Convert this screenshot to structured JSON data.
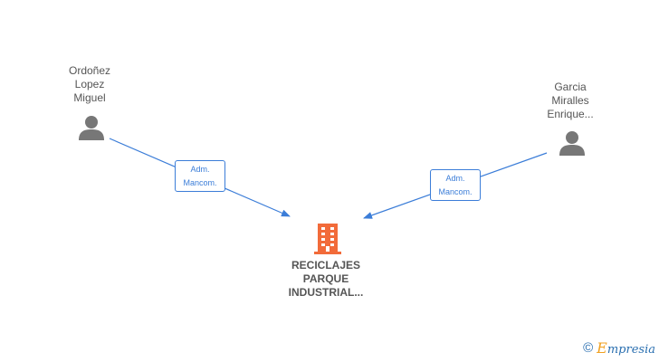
{
  "people": [
    {
      "name": "Ordoñez\nLopez\nMiguel"
    },
    {
      "name": "Garcia\nMiralles\nEnrique..."
    }
  ],
  "relations": [
    {
      "label": "Adm.\nMancom."
    },
    {
      "label": "Adm.\nMancom."
    }
  ],
  "company": {
    "name": "RECICLAJES\nPARQUE\nINDUSTRIAL..."
  },
  "watermark": {
    "copyright_symbol": "©",
    "brand_first": "E",
    "brand_rest": "mpresia"
  },
  "colors": {
    "edge": "#3b7dd8",
    "person_icon": "#777777",
    "company_icon": "#f26b3a"
  }
}
